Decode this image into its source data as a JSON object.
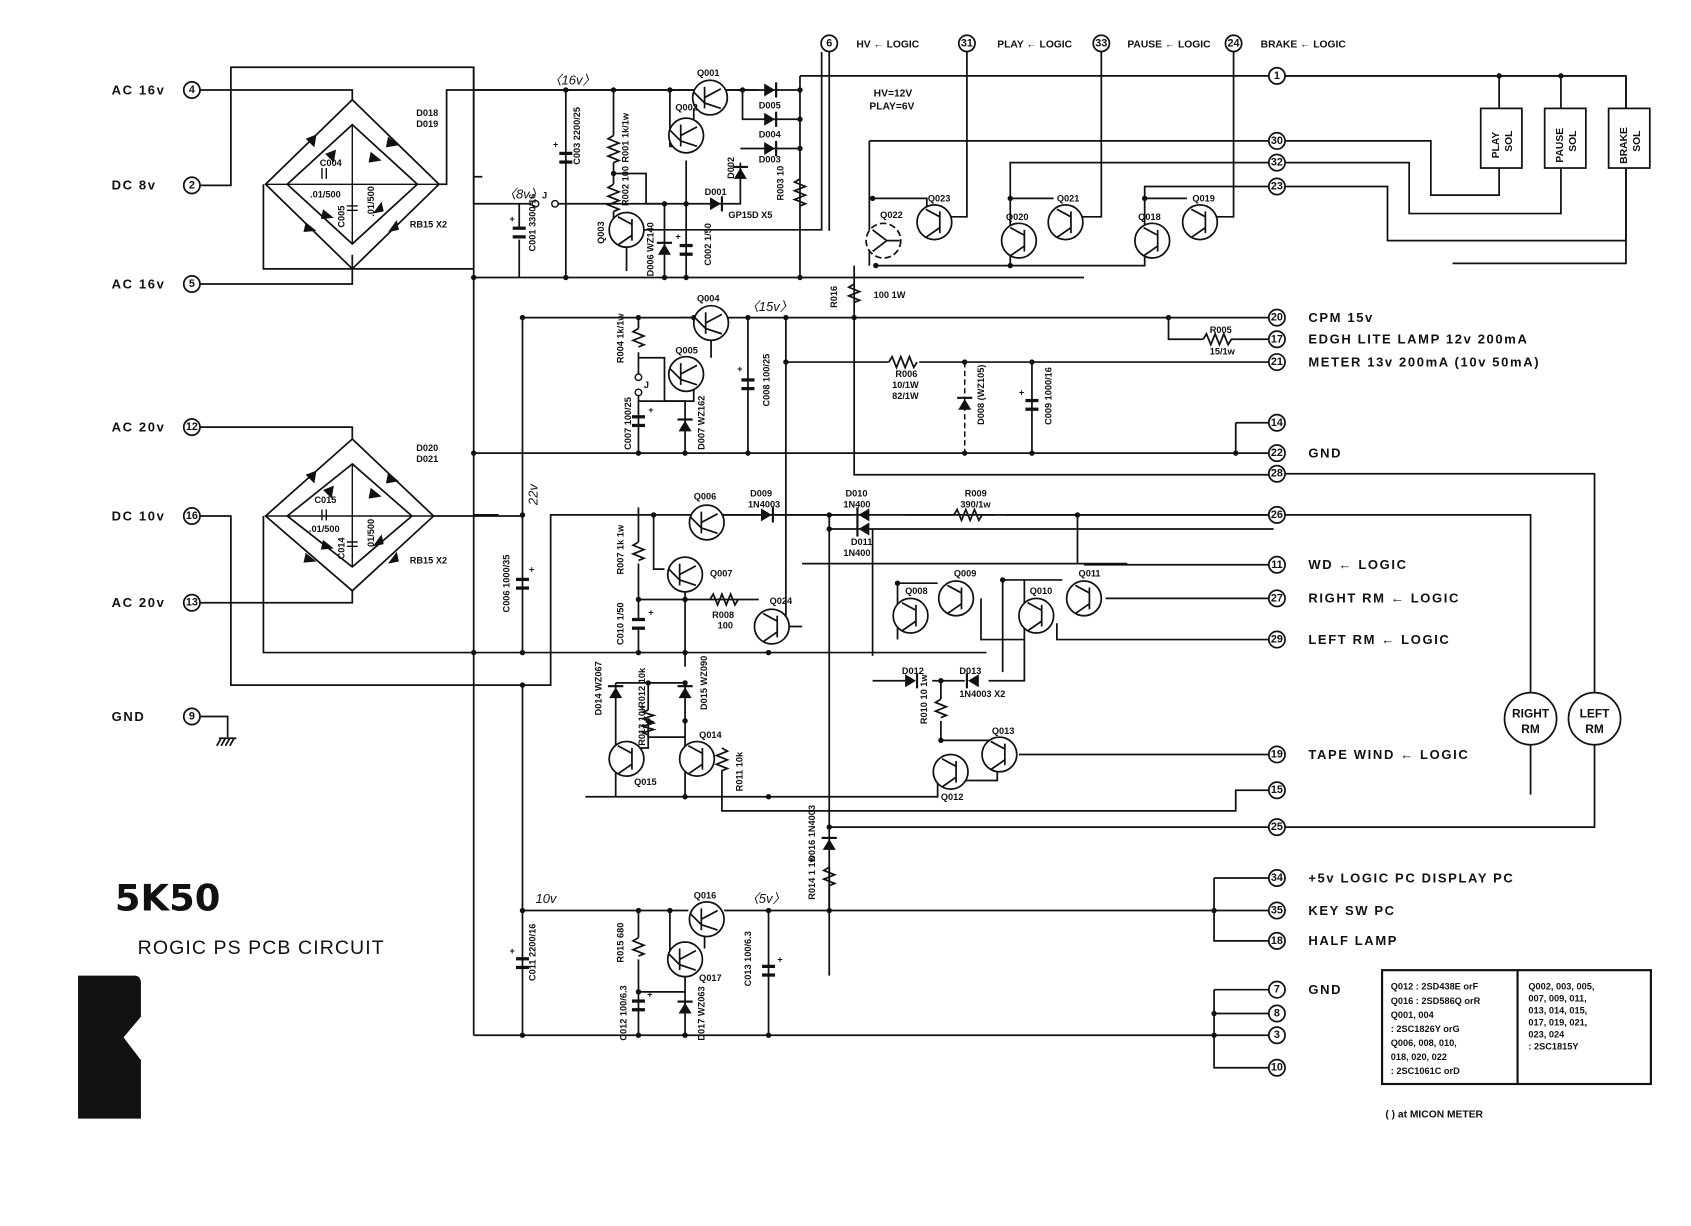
{
  "title": "5K50",
  "subtitle": "ROGIC PS PCB CIRCUIT",
  "footnote": "(      ) at MICON METER",
  "note_hv_play": [
    "HV=12V",
    "PLAY=6V"
  ],
  "rails": {
    "r16v": "〈16v〉",
    "r8v": "〈8v〉",
    "r15v": "〈15v〉",
    "r22v": "22v",
    "r10v": "10v",
    "r5v": "〈5v〉"
  },
  "left_inputs": [
    {
      "pin": "4",
      "label": "AC 16v"
    },
    {
      "pin": "2",
      "label": "DC  8v"
    },
    {
      "pin": "5",
      "label": "AC 16v"
    },
    {
      "pin": "12",
      "label": "AC 20v"
    },
    {
      "pin": "16",
      "label": "DC 10v"
    },
    {
      "pin": "13",
      "label": "AC 20v"
    },
    {
      "pin": "9",
      "label": "GND"
    }
  ],
  "top_logic": [
    {
      "pin": "6",
      "label": "HV ← LOGIC"
    },
    {
      "pin": "31",
      "label": "PLAY ← LOGIC"
    },
    {
      "pin": "33",
      "label": "PAUSE ← LOGIC"
    },
    {
      "pin": "24",
      "label": "BRAKE ← LOGIC"
    }
  ],
  "right_outputs": [
    {
      "pin": "1",
      "label": ""
    },
    {
      "pin": "30",
      "label": ""
    },
    {
      "pin": "32",
      "label": ""
    },
    {
      "pin": "23",
      "label": ""
    },
    {
      "pin": "20",
      "label": "CPM   15v"
    },
    {
      "pin": "17",
      "label": "EDGH  LITE  LAMP  12v  200mA"
    },
    {
      "pin": "21",
      "label": "METER  13v  200mA  (10v  50mA)"
    },
    {
      "pin": "14",
      "label": ""
    },
    {
      "pin": "22",
      "label": "GND"
    },
    {
      "pin": "28",
      "label": ""
    },
    {
      "pin": "26",
      "label": ""
    },
    {
      "pin": "11",
      "label": "WD          ← LOGIC"
    },
    {
      "pin": "27",
      "label": "RIGHT  RM ← LOGIC"
    },
    {
      "pin": "29",
      "label": "LEFT   RM ← LOGIC"
    },
    {
      "pin": "19",
      "label": "TAPE  WIND  ← LOGIC"
    },
    {
      "pin": "15",
      "label": ""
    },
    {
      "pin": "25",
      "label": ""
    },
    {
      "pin": "34",
      "label": "+5v   LOGIC  PC   DISPLAY  PC"
    },
    {
      "pin": "35",
      "label": "KEY SW PC"
    },
    {
      "pin": "18",
      "label": "HALF  LAMP"
    },
    {
      "pin": "7",
      "label": "GND"
    },
    {
      "pin": "8",
      "label": ""
    },
    {
      "pin": "3",
      "label": ""
    },
    {
      "pin": "10",
      "label": ""
    }
  ],
  "solenoids": [
    {
      "line1": "PLAY",
      "line2": "SOL"
    },
    {
      "line1": "PAUSE",
      "line2": "SOL"
    },
    {
      "line1": "BRAKE",
      "line2": "SOL"
    }
  ],
  "motors": [
    {
      "line1": "RIGHT",
      "line2": "RM"
    },
    {
      "line1": "LEFT",
      "line2": "RM"
    }
  ],
  "components": {
    "bridge1": {
      "diodes": [
        "D018",
        "D019"
      ],
      "part": "RB15 X2",
      "c_a": "C004",
      "c_a_val": ".01/500",
      "c_b": "C005",
      "c_b_val": ".01/500"
    },
    "bridge2": {
      "diodes": [
        "D020",
        "D021"
      ],
      "part": "RB15 X2",
      "c_a": "C015",
      "c_a_val": ".01/500",
      "c_b": "C014",
      "c_b_val": ".01/500"
    },
    "C001": "C001 3300/16",
    "C003": "C003 2200/25",
    "C002": "C002 1/50",
    "C006": "C006 1000/35",
    "C007": "C007 100/25",
    "C008": "C008 100/25",
    "C009": "C009 1000/16",
    "C010": "C010 1/50",
    "C011": "C011 2200/16",
    "C012": "C012 100/6.3",
    "C013": "C013 100/6.3",
    "R001": "R001 1k/1w",
    "R002": "R002 100",
    "R003": "R003 10",
    "R004": "R004 1k/1w",
    "R005": [
      "R005",
      "15/1w"
    ],
    "R006": [
      "R006",
      "10/1W",
      "82/1W"
    ],
    "R007": "R007 1k 1w",
    "R008": [
      "R008",
      "100"
    ],
    "R009": [
      "R009",
      "390/1w"
    ],
    "R010": "R010 10 1w",
    "R011": "R011 10k",
    "R012": "R012 10k",
    "R013": "R013 10k",
    "R014": "R014 1 1w",
    "R015": "R015 680",
    "R016": "R016",
    "R016_val": "100 1W",
    "D001": "D001",
    "D002": "D002",
    "D003": "D003",
    "D004": "D004",
    "D005": "D005",
    "D00x_part": "GP15D X5",
    "D006": "D006 WZ140",
    "D007": "D007 WZ162",
    "D008": "D008 (WZ105)",
    "D009": [
      "D009",
      "1N4003"
    ],
    "D010": [
      "D010",
      "1N400"
    ],
    "D011": [
      "D011",
      "1N400"
    ],
    "D012": "D012",
    "D013": "D013",
    "D012_part": "1N4003 X2",
    "D014": "D014 WZ067",
    "D015": "D015 WZ090",
    "D016": "D016 1N4003",
    "D017": "D017 WZ063",
    "jumper": "J",
    "transistors": [
      "Q001",
      "Q002",
      "Q003",
      "Q004",
      "Q005",
      "Q006",
      "Q007",
      "Q008",
      "Q009",
      "Q010",
      "Q011",
      "Q012",
      "Q013",
      "Q014",
      "Q015",
      "Q016",
      "Q017",
      "Q018",
      "Q019",
      "Q020",
      "Q021",
      "Q022",
      "Q023",
      "Q024"
    ]
  },
  "parts_table": {
    "left": [
      "Q012  : 2SD438E  orF",
      "Q016  : 2SD586Q  orR",
      "Q001,  004",
      "        : 2SC1826Y  orG",
      "Q006,  008,  010,",
      " 018,  020,  022",
      "        : 2SC1061C  orD"
    ],
    "right": [
      "Q002,   003,   005,",
      "  007,   009,   011,",
      "  013,   014,   015,",
      "  017,   019,   021,",
      "  023,   024",
      "      : 2SC1815Y"
    ]
  }
}
